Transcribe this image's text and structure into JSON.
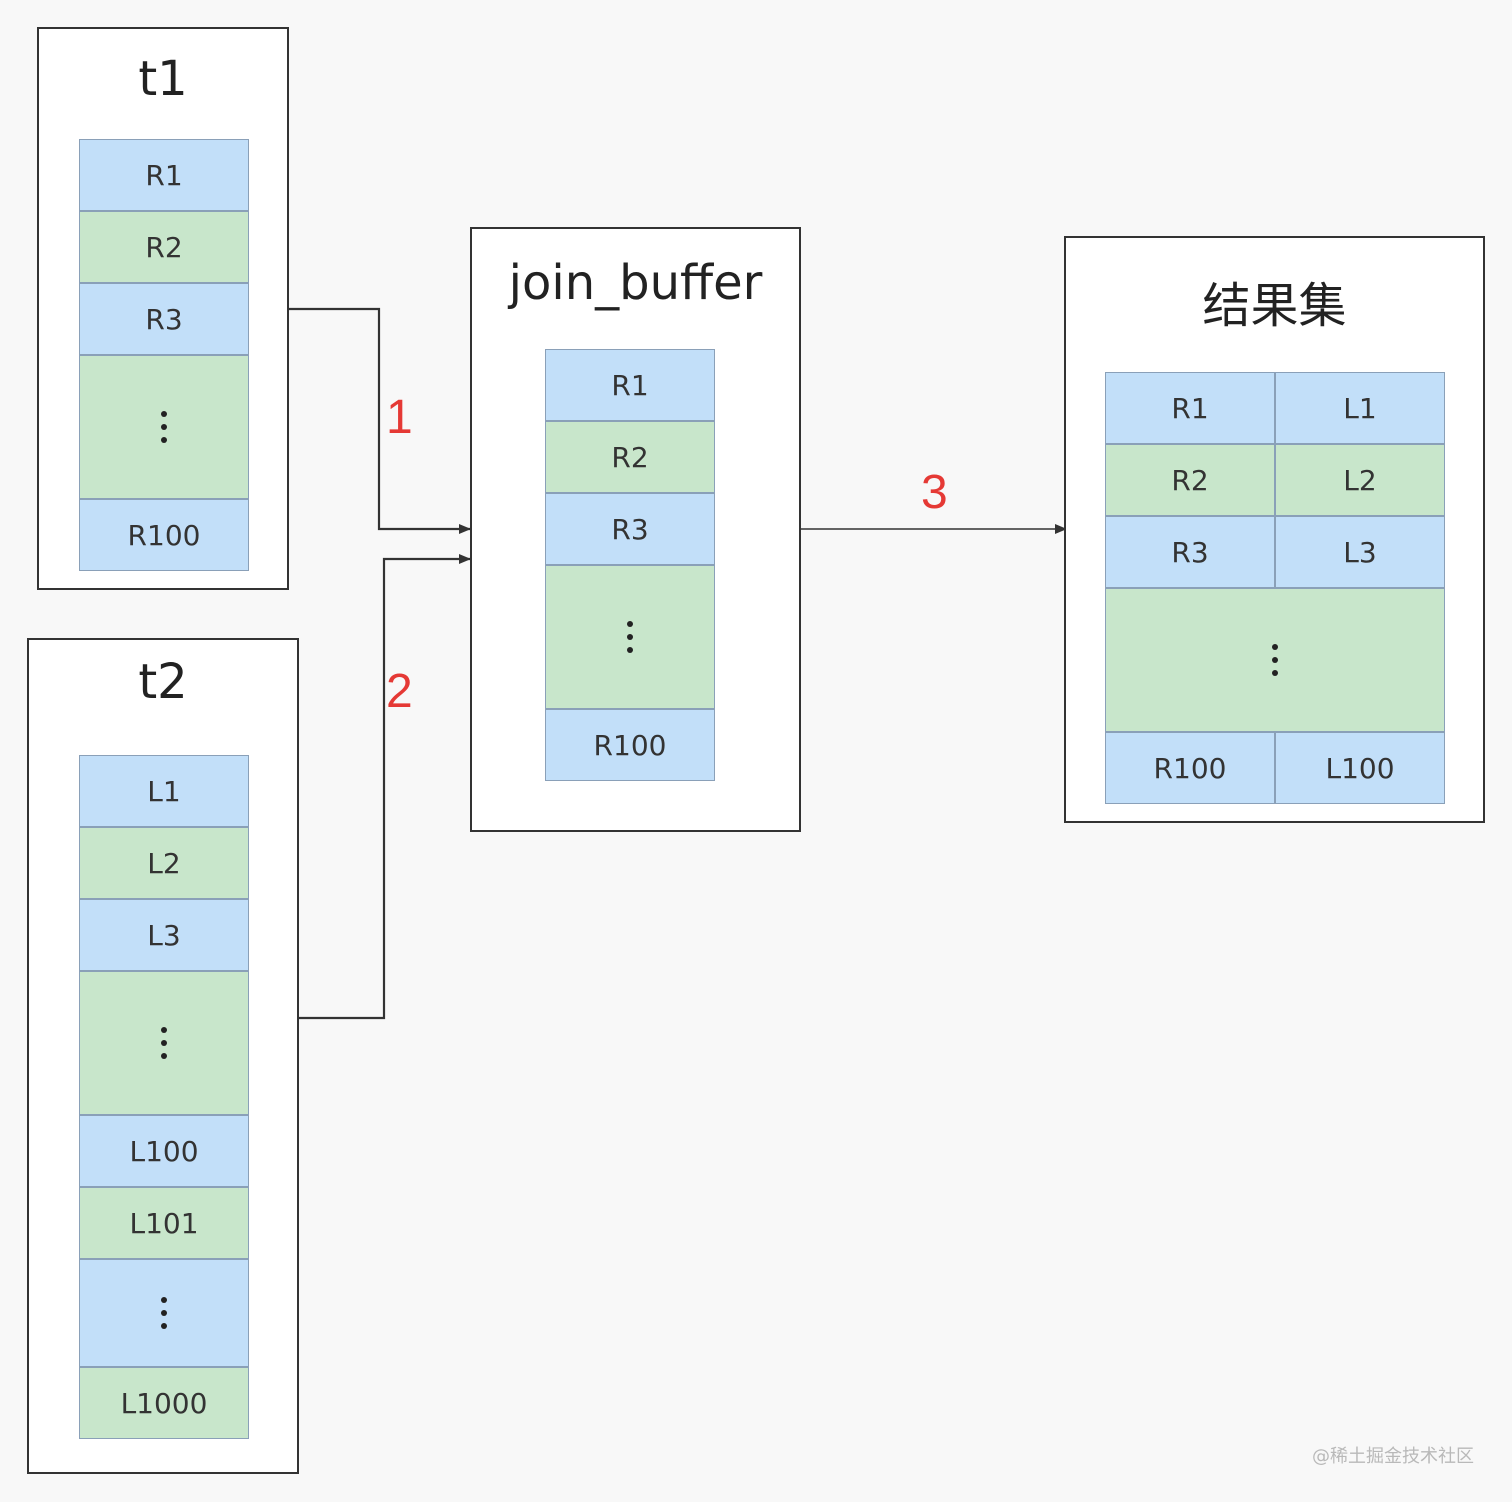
{
  "t1": {
    "title": "t1",
    "rows": [
      "R1",
      "R2",
      "R3",
      "",
      "R100"
    ]
  },
  "t2": {
    "title": "t2",
    "rows": [
      "L1",
      "L2",
      "L3",
      "",
      "L100",
      "L101",
      "",
      "L1000"
    ]
  },
  "join_buffer": {
    "title": "join_buffer",
    "rows": [
      "R1",
      "R2",
      "R3",
      "",
      "R100"
    ]
  },
  "result": {
    "title": "结果集",
    "rows": [
      {
        "left": "R1",
        "right": "L1"
      },
      {
        "left": "R2",
        "right": "L2"
      },
      {
        "left": "R3",
        "right": "L3"
      },
      {
        "left": "",
        "right": ""
      },
      {
        "left": "R100",
        "right": "L100"
      }
    ]
  },
  "steps": {
    "s1": "1",
    "s2": "2",
    "s3": "3"
  },
  "watermark": "@稀土掘金技术社区",
  "colors": {
    "blue": "#c2dff9",
    "green": "#c8e6cb",
    "step": "#e53935",
    "border": "#333333"
  }
}
